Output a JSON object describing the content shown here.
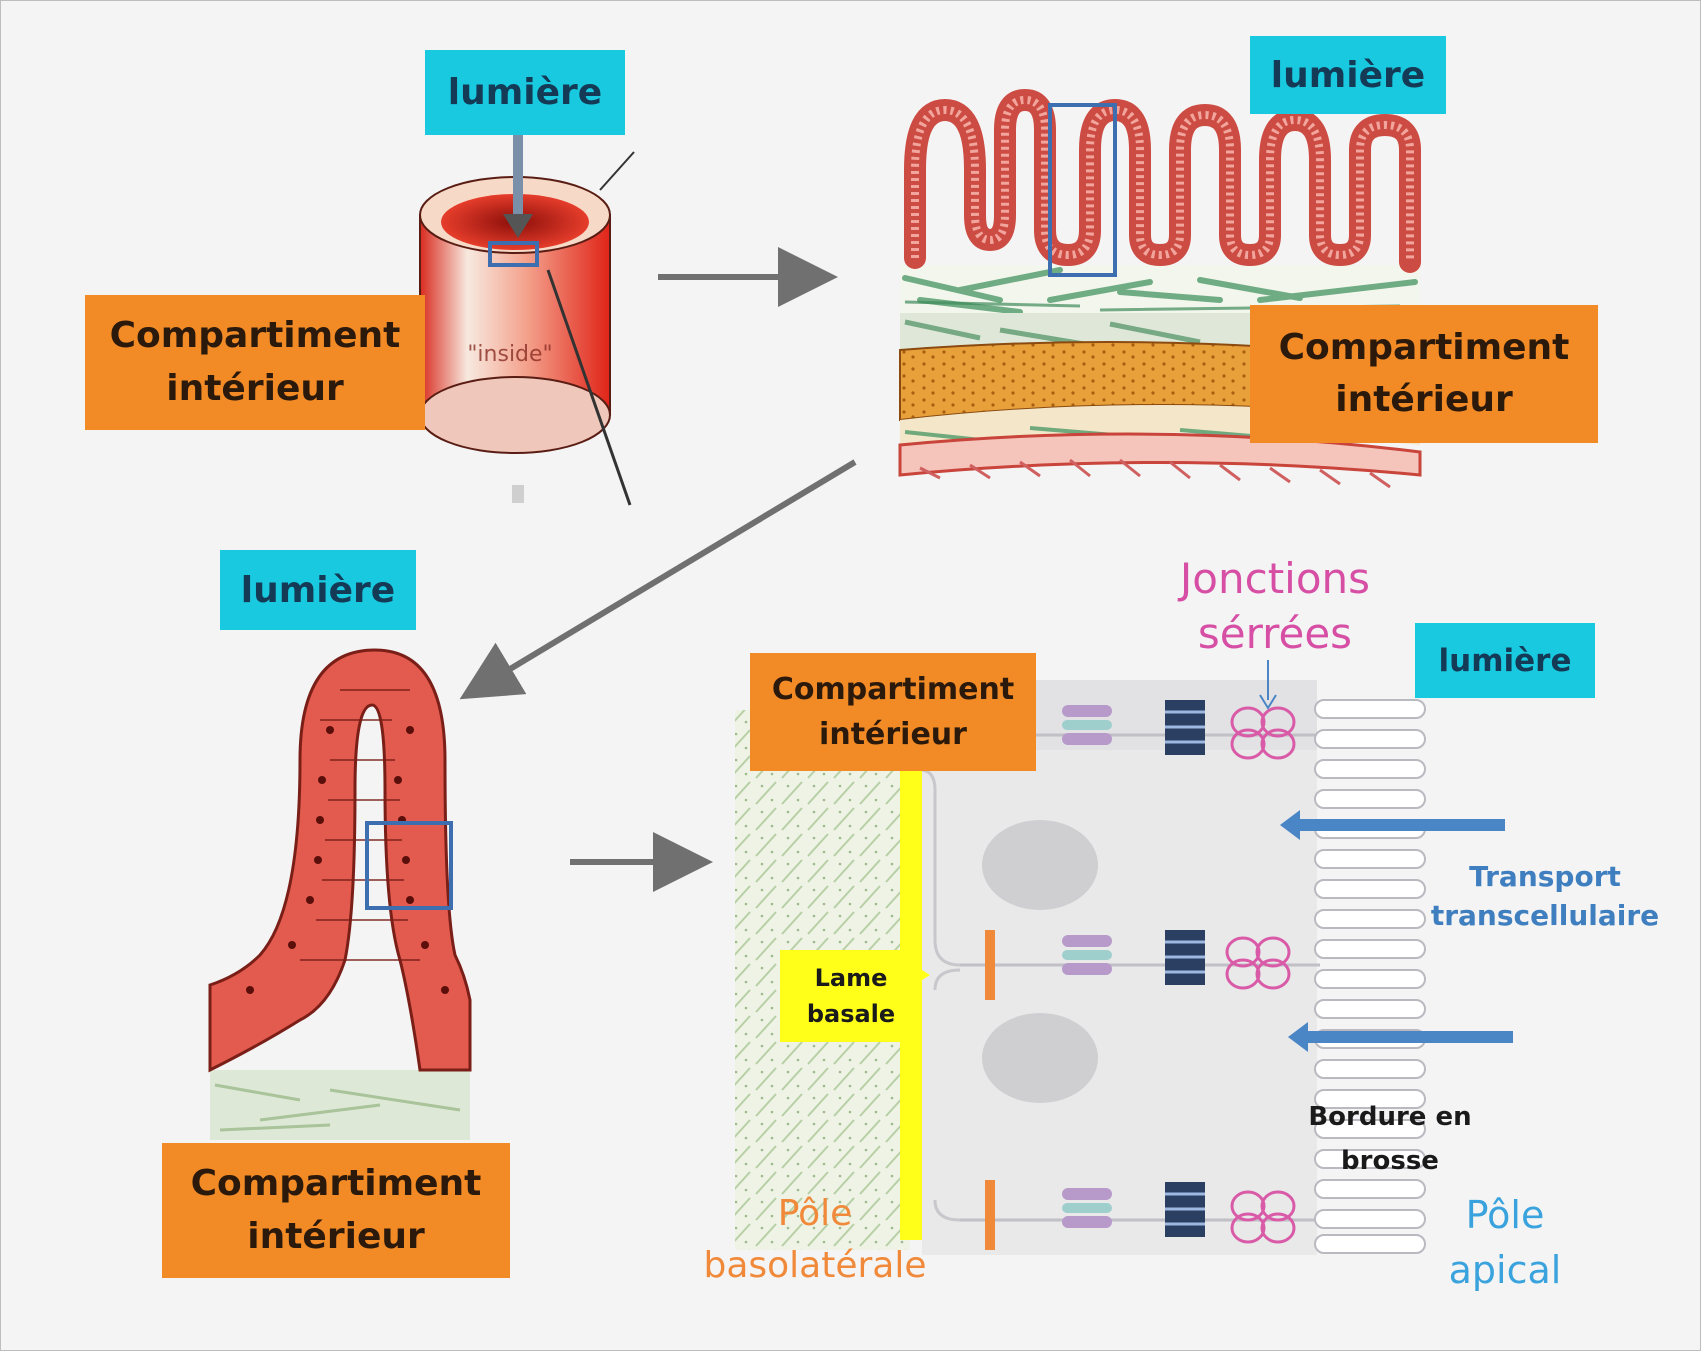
{
  "colors": {
    "lumiere_bg": "#19c9e0",
    "compartiment_bg": "#f28a26",
    "jonctions_text": "#d64fa5",
    "pole_basolaterale_text": "#f08a3a",
    "pole_apical_text": "#3aa3dd",
    "transport_text": "#3f7fc0",
    "lame_basale_bg": "#ffff00",
    "arrow_blue": "#4a86c5"
  },
  "labels": {
    "lumiere": "lumière",
    "compartiment": "Compartiment intérieur",
    "inside": "\"inside\"",
    "jonctions": "Jonctions sérrées",
    "transport": "Transport transcellulaire",
    "lame_basale": "Lame basale",
    "bordure": "Bordure en brosse",
    "pole_apical": "Pôle apical",
    "pole_basolaterale": "Pôle basolatérale"
  },
  "icons": {
    "tube": "intestine-tube-illustration",
    "wall": "intestinal-wall-section",
    "villus": "villus-illustration",
    "cells": "enterocyte-junctions-diagram"
  }
}
